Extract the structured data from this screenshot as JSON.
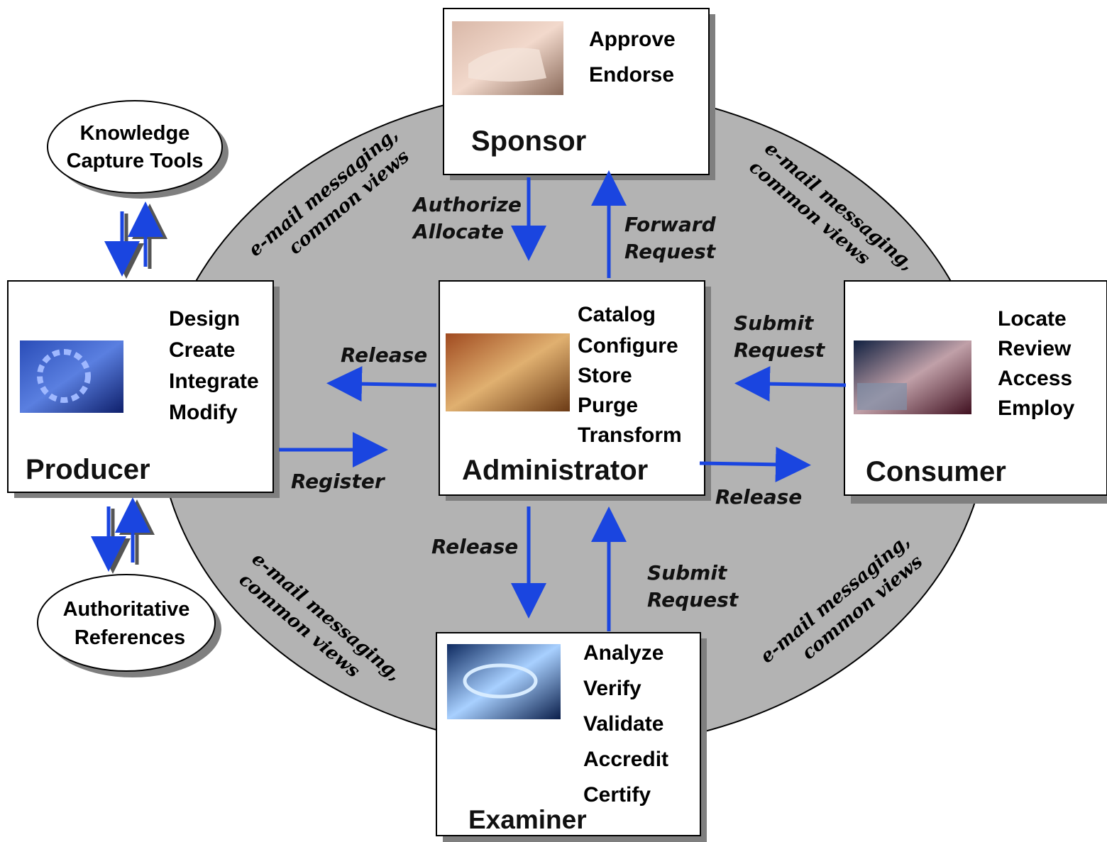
{
  "sponsor": {
    "title": "Sponsor",
    "tasks": [
      "Approve",
      "Endorse"
    ]
  },
  "administrator": {
    "title": "Administrator",
    "tasks": [
      "Catalog",
      "Configure",
      "Store",
      "Purge",
      "Transform"
    ]
  },
  "producer": {
    "title": "Producer",
    "tasks": [
      "Design",
      "Create",
      "Integrate",
      "Modify"
    ]
  },
  "consumer": {
    "title": "Consumer",
    "tasks": [
      "Locate",
      "Review",
      "Access",
      "Employ"
    ]
  },
  "examiner": {
    "title": "Examiner",
    "tasks": [
      "Analyze",
      "Verify",
      "Validate",
      "Accredit",
      "Certify"
    ]
  },
  "ovals": {
    "knowledge": [
      "Knowledge",
      "Capture Tools"
    ],
    "references": [
      "Authoritative",
      "References"
    ]
  },
  "flows": {
    "authorize": [
      "Authorize",
      "Allocate"
    ],
    "forward": [
      "Forward",
      "Request"
    ],
    "release_left": "Release",
    "register": "Register",
    "submit_consumer": [
      "Submit",
      "Request"
    ],
    "release_right": "Release",
    "release_down": "Release",
    "submit_examiner": [
      "Submit",
      "Request"
    ]
  },
  "email": {
    "top_left": [
      "e-mail messaging,",
      "common views"
    ],
    "top_right": [
      "e-mail messaging,",
      "common views"
    ],
    "bottom_left": [
      "e-mail messaging,",
      "common views"
    ],
    "bottom_right": [
      "e-mail messaging,",
      "common views"
    ]
  },
  "colors": {
    "ellipse": "#b3b3b3",
    "arrow": "#1a45e0",
    "shadow": "#7f7f7f"
  }
}
